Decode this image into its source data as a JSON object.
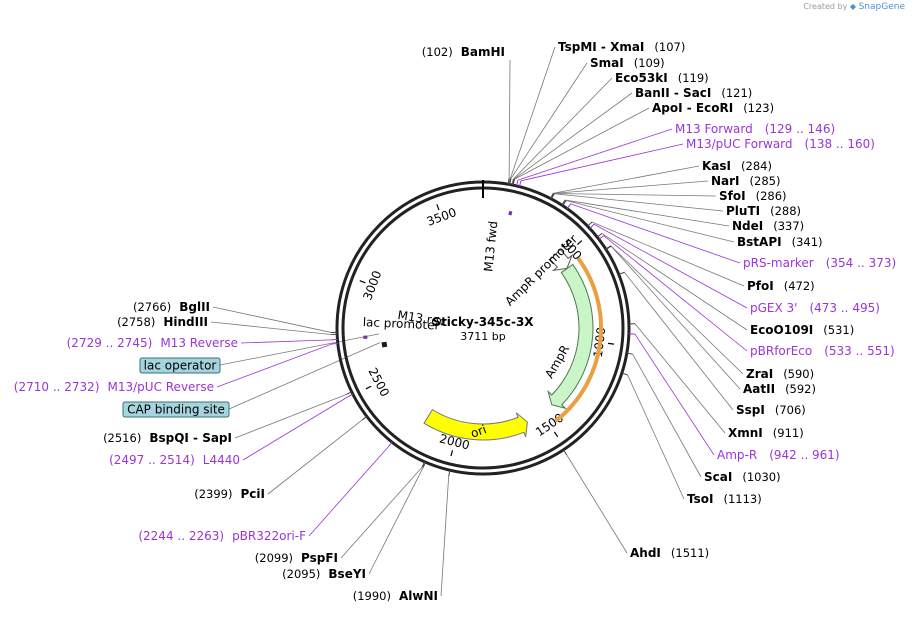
{
  "credit": {
    "prefix": "Created by",
    "brand": "SnapGene"
  },
  "plasmid": {
    "name": "Sticky-345c-3X",
    "size_label": "3711 bp",
    "total_bp": 3711
  },
  "ticks": [
    {
      "bp": 500,
      "label": "500"
    },
    {
      "bp": 1000,
      "label": "1000"
    },
    {
      "bp": 1500,
      "label": "1500"
    },
    {
      "bp": 2000,
      "label": "2000"
    },
    {
      "bp": 2500,
      "label": "2500"
    },
    {
      "bp": 3000,
      "label": "3000"
    },
    {
      "bp": 3500,
      "label": "3500"
    }
  ],
  "right_labels": [
    {
      "kind": "site",
      "name": "TspMI  - XmaI",
      "pos": "(107)",
      "bp": 107
    },
    {
      "kind": "site",
      "name": "SmaI",
      "pos": "(109)",
      "bp": 109
    },
    {
      "kind": "site",
      "name": "Eco53kI",
      "pos": "(119)",
      "bp": 119
    },
    {
      "kind": "site",
      "name": "BanII  - SacI",
      "pos": "(121)",
      "bp": 121
    },
    {
      "kind": "site",
      "name": "ApoI  - EcoRI",
      "pos": "(123)",
      "bp": 123
    },
    {
      "kind": "primer",
      "name": "M13 Forward",
      "pos": "(129 .. 146)",
      "bp": 137
    },
    {
      "kind": "primer",
      "name": "M13/pUC Forward",
      "pos": "(138 .. 160)",
      "bp": 149
    },
    {
      "kind": "site",
      "name": "KasI",
      "pos": "(284)",
      "bp": 284
    },
    {
      "kind": "site",
      "name": "NarI",
      "pos": "(285)",
      "bp": 285
    },
    {
      "kind": "site",
      "name": "SfoI",
      "pos": "(286)",
      "bp": 286
    },
    {
      "kind": "site",
      "name": "PluTI",
      "pos": "(288)",
      "bp": 288
    },
    {
      "kind": "site",
      "name": "NdeI",
      "pos": "(337)",
      "bp": 337
    },
    {
      "kind": "site",
      "name": "BstAPI",
      "pos": "(341)",
      "bp": 341
    },
    {
      "kind": "primer",
      "name": "pRS-marker",
      "pos": "(354 .. 373)",
      "bp": 363
    },
    {
      "kind": "site",
      "name": "PfoI",
      "pos": "(472)",
      "bp": 472
    },
    {
      "kind": "primer",
      "name": "pGEX 3'",
      "pos": "(473 .. 495)",
      "bp": 484
    },
    {
      "kind": "site",
      "name": "EcoO109I",
      "pos": "(531)",
      "bp": 531
    },
    {
      "kind": "primer",
      "name": "pBRforEco",
      "pos": "(533 .. 551)",
      "bp": 542
    },
    {
      "kind": "site",
      "name": "ZraI",
      "pos": "(590)",
      "bp": 590
    },
    {
      "kind": "site",
      "name": "AatII",
      "pos": "(592)",
      "bp": 592
    },
    {
      "kind": "site",
      "name": "SspI",
      "pos": "(706)",
      "bp": 706
    },
    {
      "kind": "site",
      "name": "XmnI",
      "pos": "(911)",
      "bp": 911
    },
    {
      "kind": "primer",
      "name": "Amp-R",
      "pos": "(942 .. 961)",
      "bp": 951
    },
    {
      "kind": "site",
      "name": "ScaI",
      "pos": "(1030)",
      "bp": 1030
    },
    {
      "kind": "site",
      "name": "TsoI",
      "pos": "(1113)",
      "bp": 1113
    },
    {
      "kind": "site",
      "name": "AhdI",
      "pos": "(1511)",
      "bp": 1511
    }
  ],
  "left_labels": [
    {
      "kind": "site",
      "name": "BamHI",
      "pos": "(102)",
      "bp": 102
    },
    {
      "kind": "site",
      "name": "BglII",
      "pos": "(2766)",
      "bp": 2766
    },
    {
      "kind": "site",
      "name": "HindIII",
      "pos": "(2758)",
      "bp": 2758
    },
    {
      "kind": "primer",
      "name": "M13 Reverse",
      "pos": "(2729 .. 2745)",
      "bp": 2737
    },
    {
      "kind": "primer",
      "name": "M13/pUC Reverse",
      "pos": "(2710 .. 2732)",
      "bp": 2721
    },
    {
      "kind": "site",
      "name": "BspQI  - SapI",
      "pos": "(2516)",
      "bp": 2516
    },
    {
      "kind": "primer",
      "name": "L4440",
      "pos": "(2497 .. 2514)",
      "bp": 2505
    },
    {
      "kind": "site",
      "name": "PciI",
      "pos": "(2399)",
      "bp": 2399
    },
    {
      "kind": "primer",
      "name": "pBR322ori-F",
      "pos": "(2244 .. 2263)",
      "bp": 2253
    },
    {
      "kind": "site",
      "name": "PspFI",
      "pos": "(2099)",
      "bp": 2099
    },
    {
      "kind": "site",
      "name": "BseYI",
      "pos": "(2095)",
      "bp": 2095
    },
    {
      "kind": "site",
      "name": "AlwNI",
      "pos": "(1990)",
      "bp": 1990
    }
  ],
  "boxed_labels": [
    {
      "name": "lac operator",
      "bp": 2750
    },
    {
      "name": "CAP binding site",
      "bp": 2700
    }
  ],
  "features": [
    {
      "name": "AmpR promoter",
      "start": 459,
      "end": 563,
      "color": "#ffffff"
    },
    {
      "name": "AmpR",
      "start": 564,
      "end": 1424,
      "color": "#c9f5c9"
    },
    {
      "name": "ori",
      "start": 1595,
      "end": 2183,
      "color": "#ffff00"
    },
    {
      "name": "lac promoter",
      "start": 2670,
      "end": 2700,
      "color": "#1a1a1a"
    },
    {
      "name": "M13 fwd",
      "start": 130,
      "end": 146,
      "color": "#7b2ea8"
    },
    {
      "name": "M13 rev",
      "start": 2729,
      "end": 2745,
      "color": "#7b2ea8"
    }
  ],
  "colors": {
    "primer": "#9b35d6",
    "site": "#000000",
    "backbone": "#222222",
    "orf_outline": "#e8a040"
  }
}
